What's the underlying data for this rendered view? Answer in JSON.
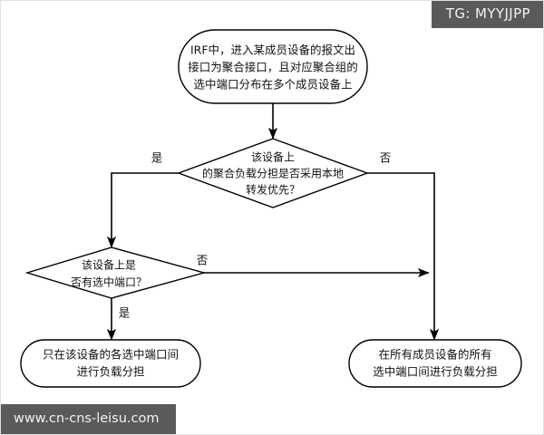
{
  "banner": {
    "tag_label": "TG: MYYJJPP",
    "background_color": "#5a5a5a",
    "text_color": "#f2f2f2"
  },
  "watermark": {
    "text": "www.cn-cns-leisu.com",
    "background_color": "#5a5a5a",
    "text_color": "#f2f2f2"
  },
  "diagram": {
    "type": "flowchart",
    "stroke_color": "#000000",
    "fill_color": "#ffffff",
    "nodes": {
      "start": {
        "shape": "rounded-rectangle",
        "lines": [
          "IRF中，进入某成员设备的报文出",
          "接口为聚合接口，且对应聚合组的",
          "选中端口分布在多个成员设备上"
        ]
      },
      "decision_local_first": {
        "shape": "diamond",
        "lines": [
          "该设备上",
          "的聚合负载分担是否采用本地",
          "转发优先？"
        ]
      },
      "decision_has_selected_port": {
        "shape": "diamond",
        "lines": [
          "该设备上是",
          "否有选中端口？"
        ]
      },
      "end_local": {
        "shape": "rounded-rectangle",
        "lines": [
          "只在该设备的各选中端口间",
          "进行负载分担"
        ]
      },
      "end_all_members": {
        "shape": "rounded-rectangle",
        "lines": [
          "在所有成员设备的所有",
          "选中端口间进行负载分担"
        ]
      }
    },
    "edges": {
      "start_to_decision1": {
        "label": ""
      },
      "decision1_yes": {
        "label": "是"
      },
      "decision1_no": {
        "label": "否"
      },
      "decision2_no": {
        "label": "否"
      },
      "decision2_yes": {
        "label": "是"
      }
    }
  }
}
